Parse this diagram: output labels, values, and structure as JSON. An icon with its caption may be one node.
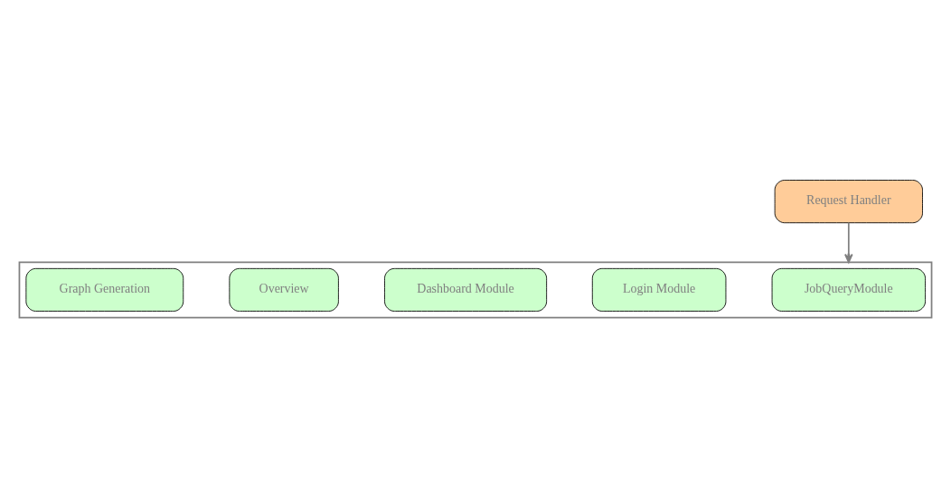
{
  "diagram": {
    "nodes": [
      {
        "text": [
          "Request Handler"
        ]
      },
      {
        "text": [],
        "shape": "box"
      },
      {
        "text": [
          "JobQueryModule"
        ],
        "in": 1
      },
      {
        "text": [
          "Login Module"
        ],
        "in": 1
      },
      {
        "text": [
          "Dashboard Module"
        ],
        "in": 1
      },
      {
        "text": [
          "Overview"
        ],
        "in": 1
      },
      {
        "text": [
          "Graph Generation"
        ],
        "in": 1
      }
    ],
    "edges": [
      {
        "from": 0,
        "to": 1,
        "arrow": "to"
      }
    ]
  }
}
